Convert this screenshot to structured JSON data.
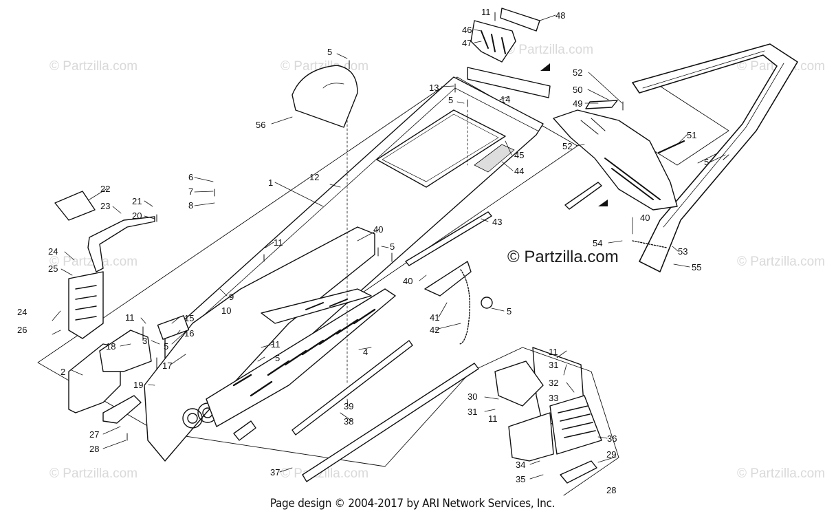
{
  "watermark": "© Partzilla.com",
  "brand_mark": "© Partzilla.com",
  "footer": "Page design © 2004-2017 by ARI Network Services, Inc.",
  "callouts": [
    "1",
    "2",
    "3",
    "4",
    "5",
    "5",
    "5",
    "5",
    "5",
    "5",
    "5",
    "6",
    "7",
    "8",
    "9",
    "10",
    "11",
    "11",
    "11",
    "11",
    "11",
    "11",
    "12",
    "13",
    "14",
    "15",
    "16",
    "17",
    "18",
    "19",
    "20",
    "21",
    "22",
    "23",
    "24",
    "24",
    "25",
    "26",
    "27",
    "28",
    "28",
    "29",
    "30",
    "31",
    "31",
    "32",
    "33",
    "34",
    "35",
    "36",
    "37",
    "38",
    "39",
    "40",
    "40",
    "40",
    "41",
    "42",
    "43",
    "44",
    "45",
    "46",
    "47",
    "48",
    "49",
    "50",
    "51",
    "52",
    "52",
    "53",
    "54",
    "55",
    "56"
  ]
}
